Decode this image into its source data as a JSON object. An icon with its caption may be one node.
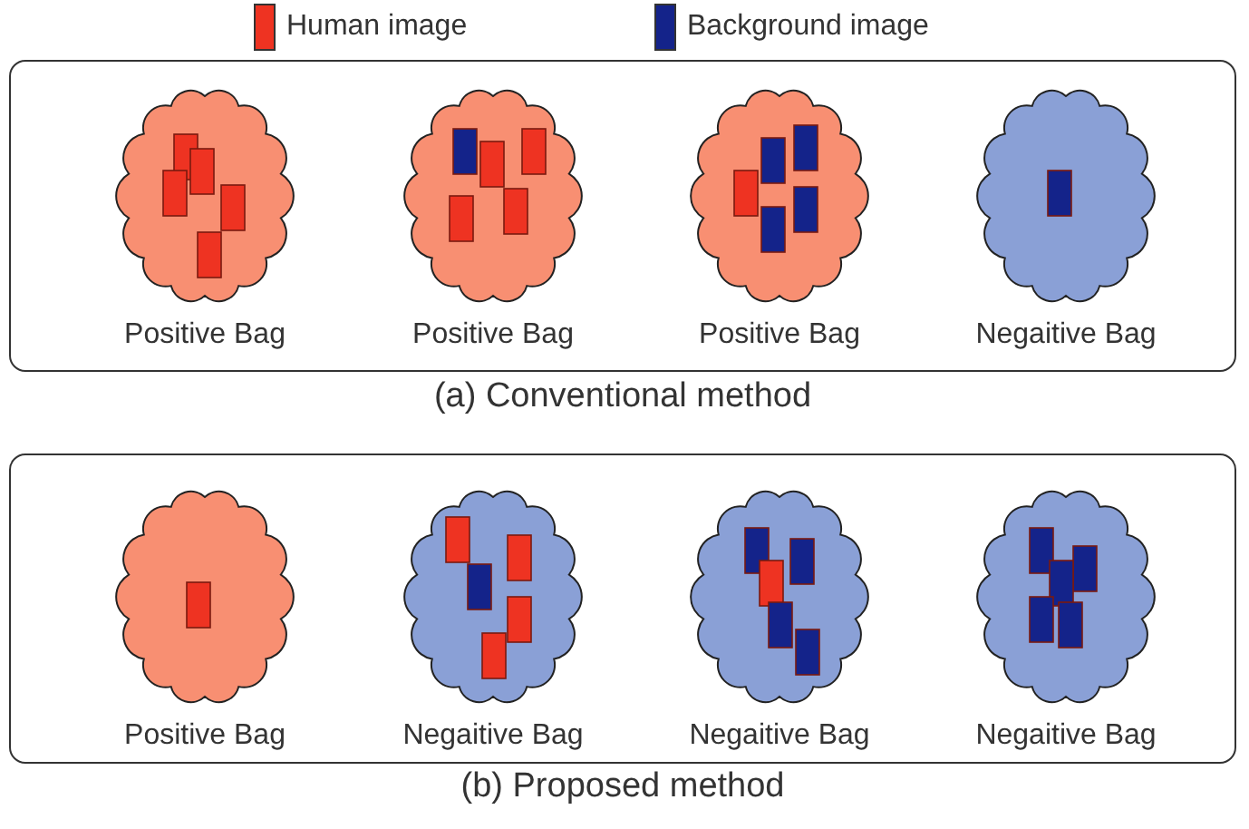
{
  "diagram": {
    "nodes": [
      {
        "text": [
          "(a) Conventional method"
        ]
      },
      {
        "text": [
          "Positive Bag"
        ],
        "in": 0
      },
      {
        "text": [
          "Positive Bag"
        ],
        "in": 0
      },
      {
        "text": [
          "Positive Bag"
        ],
        "in": 0
      },
      {
        "text": [
          "Negaitive Bag"
        ],
        "in": 0
      },
      {
        "text": [
          "(b) Proposed method"
        ]
      },
      {
        "text": [
          "Positive Bag"
        ],
        "in": 5
      },
      {
        "text": [
          "Negaitive Bag"
        ],
        "in": 5
      },
      {
        "text": [
          "Negaitive Bag"
        ],
        "in": 5
      },
      {
        "text": [
          "Negaitive Bag"
        ],
        "in": 5
      }
    ],
    "edges": [],
    "legend": [
      {
        "text": "Human image",
        "color": "#ee3322"
      },
      {
        "text": "Background image",
        "color": "#14238a"
      }
    ]
  }
}
